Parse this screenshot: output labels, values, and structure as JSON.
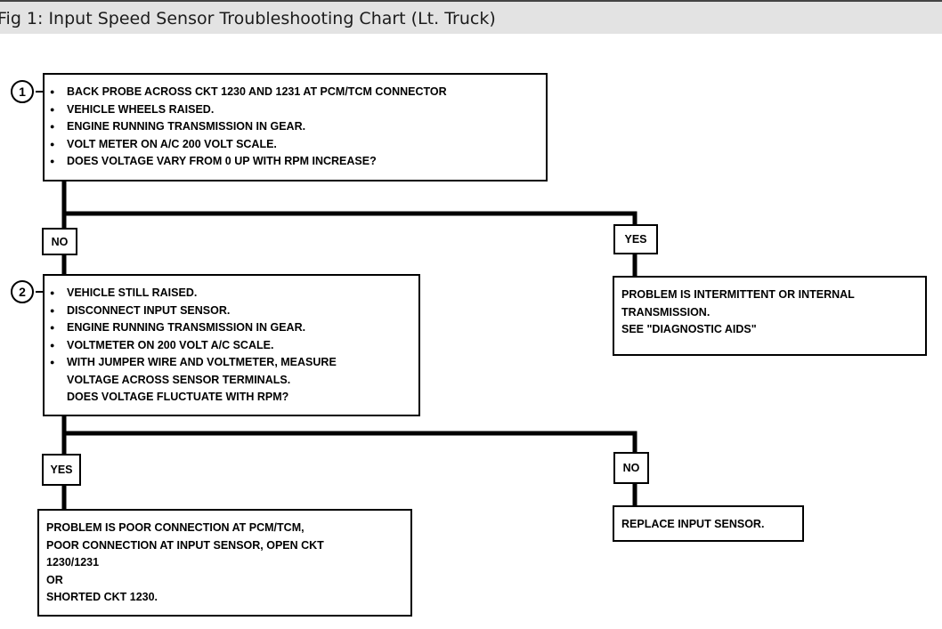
{
  "caption": "Fig 1: Input Speed Sensor Troubleshooting Chart (Lt. Truck)",
  "step1": {
    "number": "1",
    "items": [
      "BACK PROBE ACROSS CKT 1230 AND 1231 AT PCM/TCM CONNECTOR",
      "VEHICLE WHEELS RAISED.",
      "ENGINE RUNNING TRANSMISSION IN GEAR.",
      "VOLT METER ON A/C 200 VOLT SCALE.",
      "DOES VOLTAGE VARY FROM 0 UP WITH RPM INCREASE?"
    ],
    "no_label": "NO",
    "yes_label": "YES"
  },
  "step1_yes_result": {
    "lines": [
      "PROBLEM IS INTERMITTENT OR INTERNAL",
      "TRANSMISSION.",
      "SEE \"DIAGNOSTIC AIDS\""
    ]
  },
  "step2": {
    "number": "2",
    "items": [
      "VEHICLE STILL RAISED.",
      "DISCONNECT INPUT SENSOR.",
      "ENGINE RUNNING TRANSMISSION IN GEAR.",
      "VOLTMETER ON 200 VOLT A/C SCALE.",
      "WITH JUMPER WIRE AND VOLTMETER, MEASURE"
    ],
    "continuation": [
      "VOLTAGE ACROSS SENSOR TERMINALS.",
      "DOES VOLTAGE FLUCTUATE WITH RPM?"
    ],
    "yes_label": "YES",
    "no_label": "NO"
  },
  "step2_yes_result": {
    "lines": [
      "PROBLEM IS POOR CONNECTION AT PCM/TCM,",
      "POOR CONNECTION AT INPUT SENSOR, OPEN CKT",
      "1230/1231",
      "OR",
      "SHORTED CKT 1230."
    ]
  },
  "step2_no_result": {
    "lines": [
      "REPLACE INPUT SENSOR."
    ]
  }
}
